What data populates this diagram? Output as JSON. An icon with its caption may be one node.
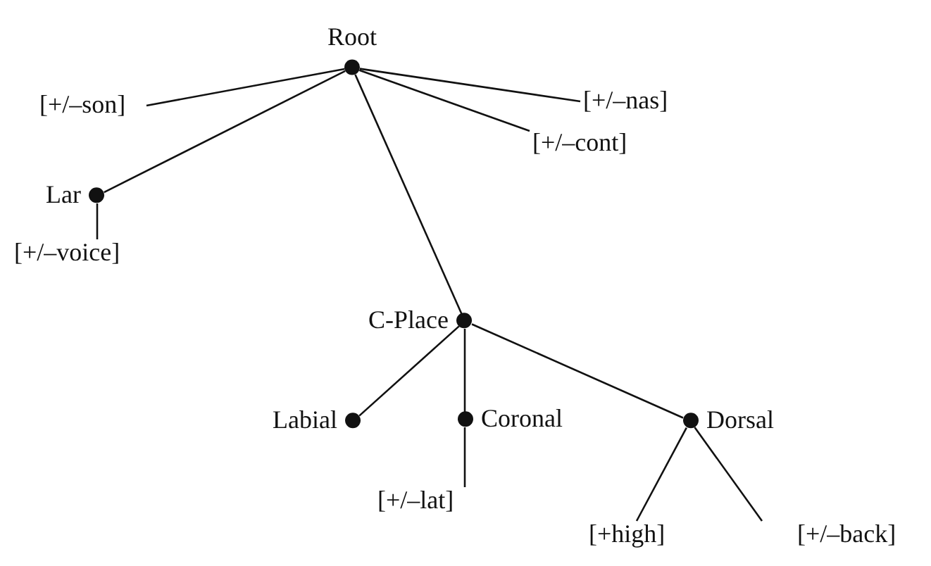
{
  "diagram": {
    "nodes": [
      {
        "text": [
          "Root"
        ]
      },
      {
        "text": [
          "[+/–son]"
        ]
      },
      {
        "text": [
          "[+/–cont]"
        ]
      },
      {
        "text": [
          "[+/–nas]"
        ]
      },
      {
        "text": [
          "Lar"
        ]
      },
      {
        "text": [
          "[+/–voice]"
        ]
      },
      {
        "text": [
          "C-Place"
        ]
      },
      {
        "text": [
          "Labial"
        ]
      },
      {
        "text": [
          "Coronal"
        ]
      },
      {
        "text": [
          "[+/–lat]"
        ]
      },
      {
        "text": [
          "Dorsal"
        ]
      },
      {
        "text": [
          "[+high]"
        ]
      },
      {
        "text": [
          "[+/–back]"
        ]
      }
    ],
    "edges": [
      {
        "from": 0,
        "to": 1,
        "arrow": "none"
      },
      {
        "from": 0,
        "to": 2,
        "arrow": "none"
      },
      {
        "from": 0,
        "to": 3,
        "arrow": "none"
      },
      {
        "from": 0,
        "to": 4,
        "arrow": "none"
      },
      {
        "from": 4,
        "to": 5,
        "arrow": "none"
      },
      {
        "from": 0,
        "to": 6,
        "arrow": "none"
      },
      {
        "from": 6,
        "to": 7,
        "arrow": "none"
      },
      {
        "from": 6,
        "to": 8,
        "arrow": "none"
      },
      {
        "from": 8,
        "to": 9,
        "arrow": "none"
      },
      {
        "from": 6,
        "to": 10,
        "arrow": "none"
      },
      {
        "from": 10,
        "to": 11,
        "arrow": "none"
      },
      {
        "from": 10,
        "to": 12,
        "arrow": "none"
      }
    ]
  }
}
